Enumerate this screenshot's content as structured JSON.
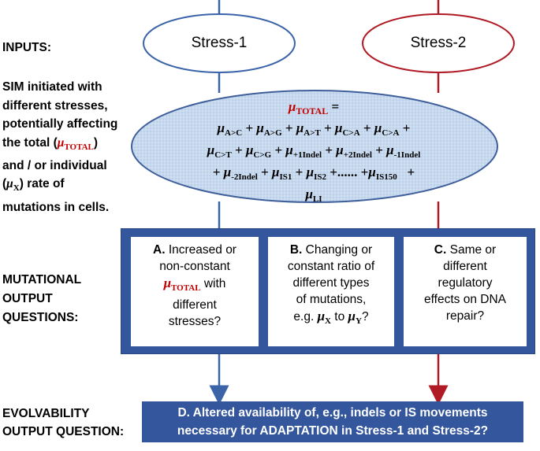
{
  "labels": {
    "inputs": "INPUTS:",
    "sim_desc_1": "SIM initiated with",
    "sim_desc_2": "different stresses,",
    "sim_desc_3": "potentially affecting",
    "sim_desc_4a": "the total (",
    "sim_desc_4b": ")",
    "sim_desc_5": "and / or individual",
    "sim_desc_6b": ") rate of",
    "sim_desc_7": "mutations in cells.",
    "mutational_1": "MUTATIONAL",
    "mutational_2": "OUTPUT",
    "mutational_3": "QUESTIONS:",
    "evolv_1": "EVOLVABILITY",
    "evolv_2": "OUTPUT QUESTION:"
  },
  "symbols": {
    "mu": "μ",
    "total": "TOTAL",
    "x": "X",
    "y": "Y"
  },
  "stresses": [
    "Stress-1",
    "Stress-2"
  ],
  "equation": {
    "lead": "μ",
    "lead_sub": "TOTAL",
    "equals": " =",
    "line1": [
      {
        "sub": "A>C",
        "op": " + "
      },
      {
        "sub": "A>G",
        "op": " + "
      },
      {
        "sub": "A>T",
        "op": " + "
      },
      {
        "sub": "C>A",
        "op": " + "
      },
      {
        "sub": "C>A",
        "op": " +"
      }
    ],
    "line2": [
      {
        "sub": "C>T",
        "op": " + "
      },
      {
        "sub": "C>G",
        "op": " + "
      },
      {
        "sub": "+1Indel",
        "op": " + "
      },
      {
        "sub": "+2Indel",
        "op": " + "
      },
      {
        "sub": "-1Indel",
        "op": ""
      }
    ],
    "line3_pre": "+ ",
    "line3": [
      {
        "sub": "-2Indel",
        "op": " + "
      },
      {
        "sub": "IS1",
        "op": " + "
      },
      {
        "sub": "IS2",
        "op": " +...... +"
      },
      {
        "sub": "IS150",
        "op": "   +"
      }
    ],
    "line4": [
      {
        "sub": "LI",
        "op": ""
      }
    ]
  },
  "questions": {
    "a_letter": "A.",
    "a_text1": "Increased or",
    "a_text2": "non-constant",
    "a_text3": "with",
    "a_text4": "different",
    "a_text5": "stresses?",
    "b_letter": "B.",
    "b_text1": "Changing or",
    "b_text2": "constant ratio of",
    "b_text3": "different types",
    "b_text4": "of mutations,",
    "b_text5a": "e.g.",
    "b_text5b": "to",
    "b_text5c": "?",
    "c_letter": "C.",
    "c_text1": "Same or",
    "c_text2": "different",
    "c_text3": "regulatory",
    "c_text4": "effects on DNA",
    "c_text5": "repair?"
  },
  "evolvability": {
    "line1": "D. Altered availability of, e.g., indels or IS movements",
    "line2": "necessary for ADAPTATION in Stress-1 and Stress-2?"
  },
  "colors": {
    "stress1": "#3a63a8",
    "stress2": "#b01a24",
    "accent_red": "#c00000",
    "frame": "#34569c",
    "ellipse_fill": "#c7d9ee",
    "ellipse_stroke": "#3f5f9a"
  }
}
